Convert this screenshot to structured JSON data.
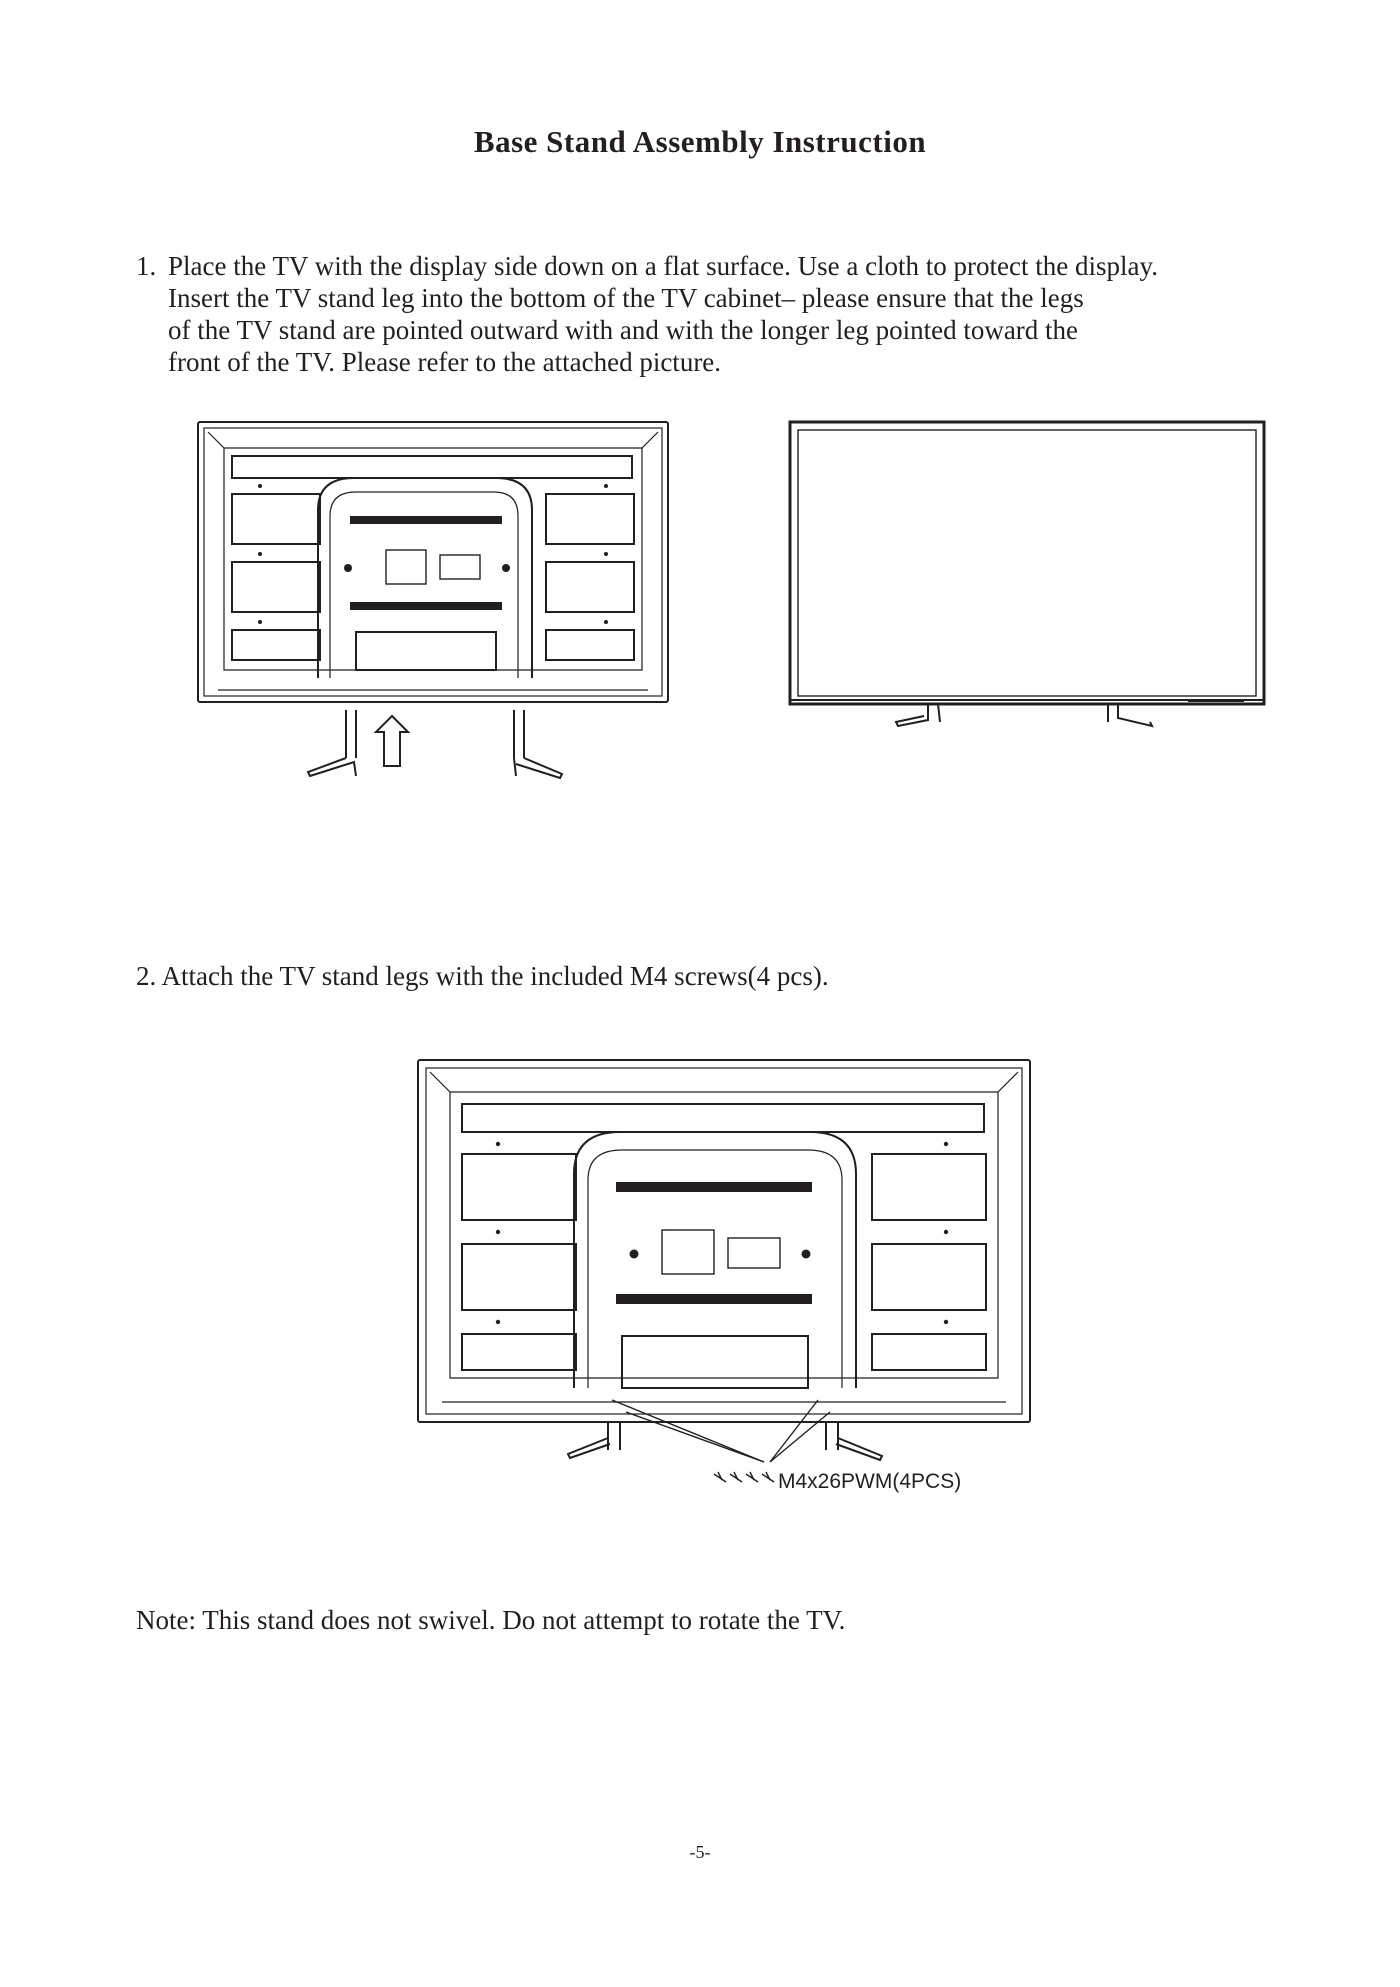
{
  "title": "Base Stand Assembly Instruction",
  "step1": {
    "number": "1.",
    "lines": [
      "Place the TV with the display side down on a flat surface. Use a cloth to protect  the display.",
      "Insert the TV stand leg into the bottom of the TV cabinet– please ensure that the legs",
      "of the TV stand are pointed outward with and with the longer leg pointed toward the",
      "front of the TV. Please refer to the attached picture."
    ]
  },
  "step2": {
    "text": "2. Attach the TV stand legs with the included M4 screws(4 pcs)."
  },
  "figure2": {
    "screw_label": "M4x26PWM(4PCS)"
  },
  "note": "Note: This stand does not swivel. Do not attempt to rotate the TV.",
  "page_number": "-5-"
}
